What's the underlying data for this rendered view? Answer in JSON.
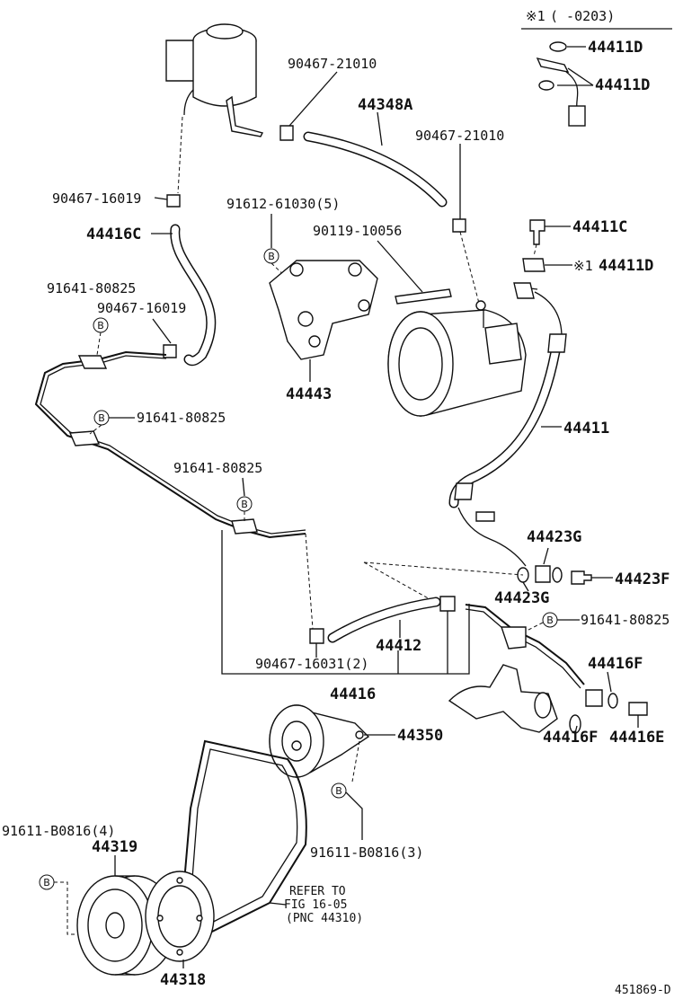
{
  "header": {
    "note_symbol": "※1",
    "note_range": "(      -0203)"
  },
  "diagram_id": "451869-D",
  "bubble_letter": "B",
  "refer_note": {
    "line1": "REFER TO",
    "line2": "FIG 16-05",
    "line3": "(PNC 44310)"
  },
  "labels": {
    "p44411D_a": "44411D",
    "p44411D_b": "44411D",
    "p90467_21010_a": "90467-21010",
    "p44348A": "44348A",
    "p90467_21010_b": "90467-21010",
    "p90467_16019_a": "90467-16019",
    "p91612_61030": "91612-61030(5)",
    "p44411C": "44411C",
    "p44416C": "44416C",
    "p90119_10056": "90119-10056",
    "p44411D_c_prefix": "※1",
    "p44411D_c": "44411D",
    "p91641_80825_a": "91641-80825",
    "p90467_16019_b": "90467-16019",
    "p44443": "44443",
    "p91641_80825_b": "91641-80825",
    "p44411": "44411",
    "p91641_80825_c": "91641-80825",
    "p44423G_a": "44423G",
    "p44423F": "44423F",
    "p44423G_b": "44423G",
    "p91641_80825_d": "91641-80825",
    "p44412": "44412",
    "p90467_16031": "90467-16031(2)",
    "p44416F_a": "44416F",
    "p44416": "44416",
    "p44350": "44350",
    "p44416F_b": "44416F",
    "p44416E": "44416E",
    "p91611_B0816_4": "91611-B0816(4)",
    "p44319": "44319",
    "p91611_B0816_3": "91611-B0816(3)",
    "p44318": "44318"
  }
}
